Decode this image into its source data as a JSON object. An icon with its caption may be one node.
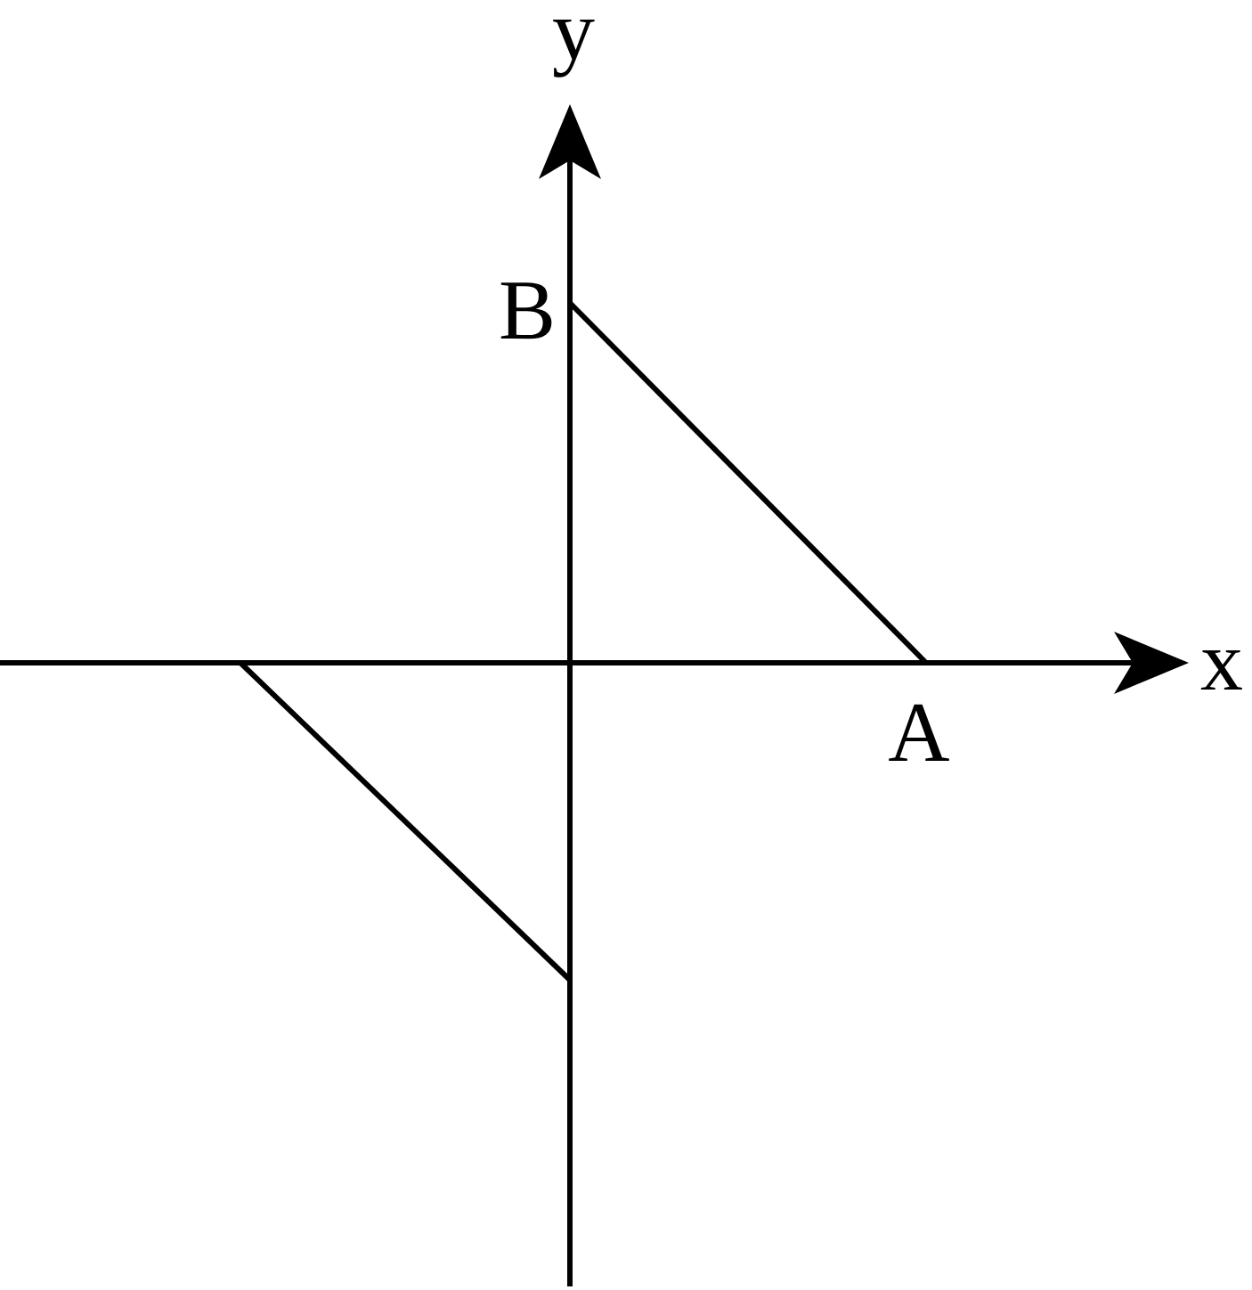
{
  "diagram": {
    "labels": [
      "y",
      "B",
      "x",
      "A"
    ]
  }
}
